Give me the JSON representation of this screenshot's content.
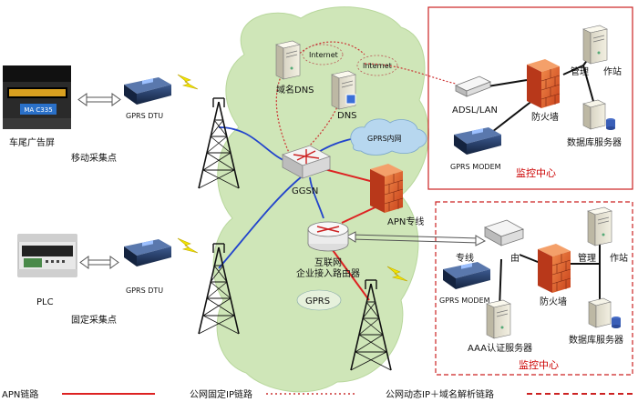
{
  "nodes": {
    "car_screen": "车尾广告屏",
    "mobile_point": "移动采集点",
    "gprs_dtu_top": "GPRS DTU",
    "plc": "PLC",
    "fixed_point": "固定采集点",
    "gprs_dtu_bottom": "GPRS DTU",
    "domain_dns": "域名DNS",
    "dns": "DNS",
    "internet_1": "Internet",
    "internet_2": "Internet",
    "gprs_intranet": "GPRS内网",
    "ggsn": "GGSN",
    "apn_line": "APN专线",
    "router": "互联网\n企业接入路由器",
    "router_l1": "互联网",
    "router_l2": "企业接入路由器",
    "gprs": "GPRS",
    "adsl": "ADSL/LAN",
    "firewall_top": "防火墙",
    "mgmt_ws_top_a": "管理",
    "mgmt_ws_top_b": "作站",
    "db_top": "数据库服务器",
    "gprs_modem_top": "GPRS MODEM",
    "monitor_top": "监控中心",
    "dedicated_router_a": "专线",
    "dedicated_router_b": "由",
    "firewall_bottom": "防火墙",
    "mgmt_ws_bottom_a": "管理",
    "mgmt_ws_bottom_b": "作站",
    "db_bottom": "数据库服务器",
    "gprs_modem_bottom": "GPRS MODEM",
    "aaa": "AAA认证服务器",
    "monitor_bottom": "监控中心",
    "plate": "MA C335"
  },
  "legend": {
    "apn": "APN链路",
    "fixed_ip": "公网固定IP链路",
    "dynamic_ip": "公网动态IP＋域名解析链路"
  },
  "colors": {
    "apn": "#dd2222",
    "fixed_ip": "#cc3333",
    "blue_link": "#2244cc",
    "cloud": "#cfe6b8",
    "monitor": "#cc0000"
  }
}
